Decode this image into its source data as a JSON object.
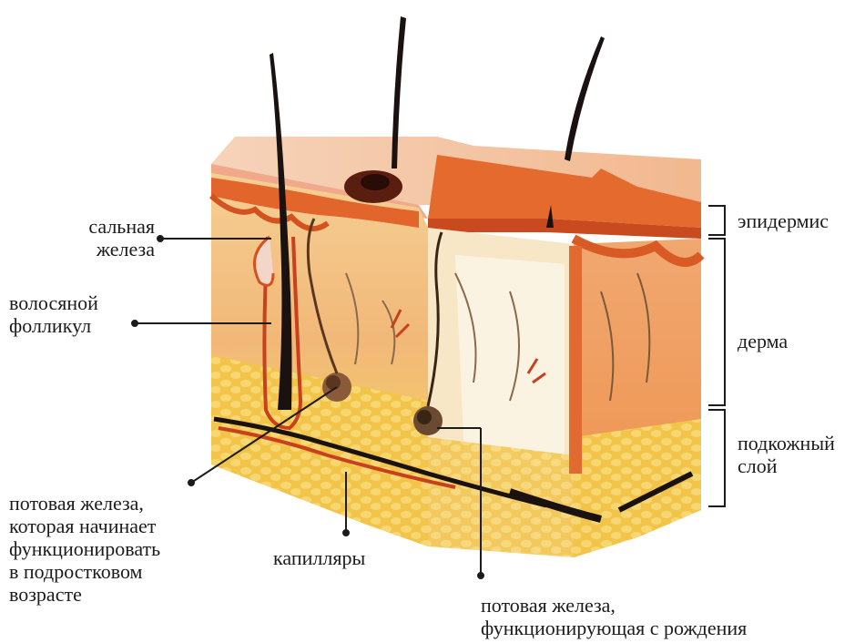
{
  "labels": {
    "sebaceous_gland": [
      "сальная",
      "железа"
    ],
    "hair_follicle": [
      "волосяной",
      "фолликул"
    ],
    "sweat_gland_teen": [
      "потовая железа,",
      "которая начинает",
      "функционировать",
      "в подростковом",
      "возрасте"
    ],
    "capillaries": "капилляры",
    "sweat_gland_birth": [
      "потовая железа,",
      "функционирующая с рождения"
    ],
    "epidermis": "эпидермис",
    "dermis": "дерма",
    "subcutaneous": [
      "подкожный",
      "слой"
    ]
  },
  "colors": {
    "epidermis_top": "#f3c6ae",
    "epidermis_red": "#e0622a",
    "dermis": "#f4c07c",
    "dermis_light": "#f7e2b8",
    "fat": "#f2c94c",
    "hair": "#1a1210",
    "vessel_red": "#c8401e"
  }
}
